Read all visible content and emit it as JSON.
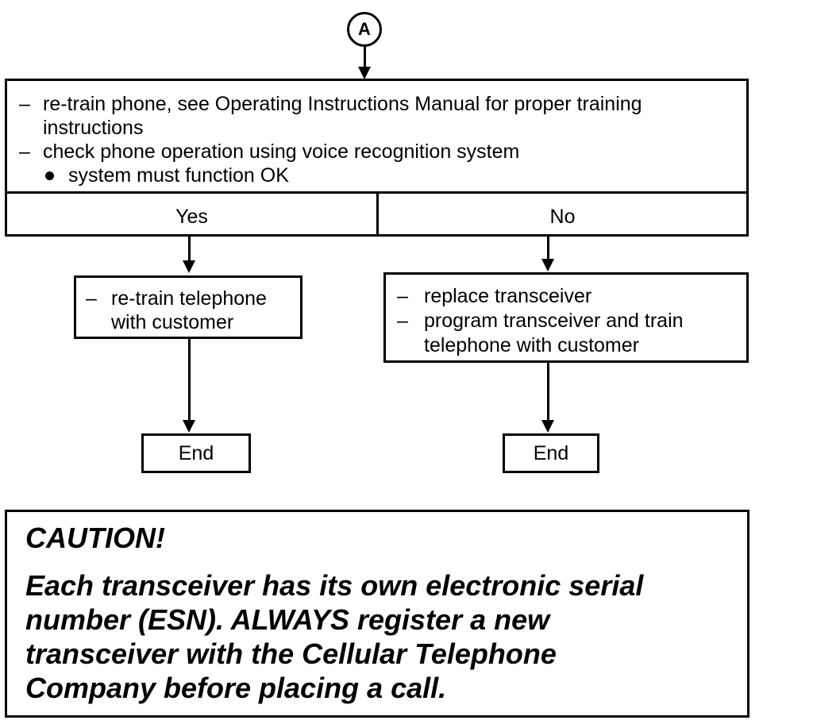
{
  "connector": {
    "label": "A"
  },
  "main_step": {
    "items": [
      "re-train phone, see Operating Instructions Manual for proper training",
      "instructions",
      "check phone operation using voice recognition system"
    ],
    "check": "system must function OK",
    "dash": "–"
  },
  "decision": {
    "yes_label": "Yes",
    "no_label": "No"
  },
  "yes_branch": {
    "dash": "–",
    "line1": "re-train telephone",
    "line2": "with customer",
    "end_label": "End"
  },
  "no_branch": {
    "dash": "–",
    "line1": "replace transceiver",
    "line2": "program transceiver and train",
    "line3": "telephone with customer",
    "end_label": "End"
  },
  "caution": {
    "title": "CAUTION!",
    "lines": [
      "Each transceiver has its own electronic serial",
      "number (ESN). ALWAYS register a new",
      "transceiver with the Cellular Telephone",
      "Company before placing a call."
    ]
  }
}
